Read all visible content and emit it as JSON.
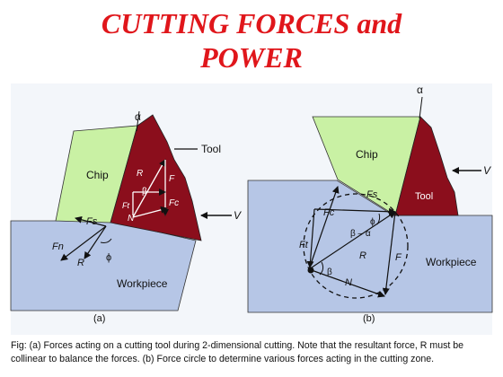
{
  "title": {
    "line1": "CUTTING FORCES and",
    "line2": "POWER"
  },
  "colors": {
    "title": "#e0161b",
    "chip": "#c9f1a4",
    "tool": "#8b0e1c",
    "workpiece": "#b6c6e6",
    "panel": "#f3f6fa"
  },
  "diagram_a": {
    "panel_label": "(a)",
    "labels": {
      "alpha": "α",
      "tool": "Tool",
      "chip": "Chip",
      "R": "R",
      "beta": "β",
      "F": "F",
      "Fc": "Fc",
      "N": "N",
      "Ft": "Ft",
      "Fs": "Fs",
      "Fn": "Fn",
      "phi": "ϕ",
      "V": "V",
      "workpiece": "Workpiece"
    }
  },
  "diagram_b": {
    "panel_label": "(b)",
    "labels": {
      "alpha": "α",
      "chip": "Chip",
      "tool": "Tool",
      "V": "V",
      "Fs": "Fs",
      "Fc": "Fc",
      "phi": "ϕ",
      "beta_minus_alpha": "β – α",
      "Ft": "Ft",
      "R": "R",
      "F": "F",
      "beta": "β",
      "N": "N",
      "workpiece": "Workpiece"
    }
  },
  "caption": "Fig: (a) Forces acting on a cutting tool during 2-dimensional cutting. Note that the resultant force, R must be collinear to balance the forces.  (b) Force circle to determine various forces acting in the cutting zone."
}
